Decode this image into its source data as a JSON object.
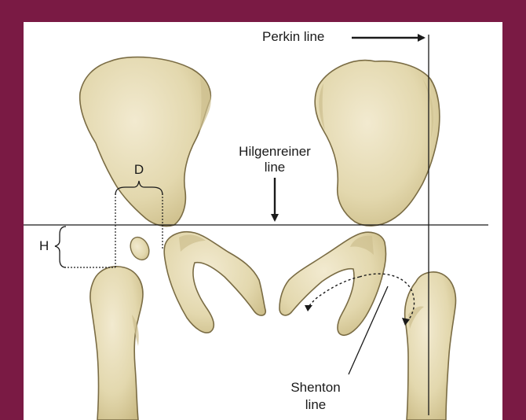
{
  "labels": {
    "perkin": "Perkin line",
    "hilgenreiner_1": "Hilgenreiner",
    "hilgenreiner_2": "line",
    "d": "D",
    "h": "H",
    "shenton_1": "Shenton",
    "shenton_2": "line"
  },
  "colors": {
    "frame": "#7a1a44",
    "bone_fill": "#e6dcb4",
    "bone_shade": "#cdbf8e",
    "bone_outline": "#7a6c44",
    "line": "#1a1a1a"
  }
}
